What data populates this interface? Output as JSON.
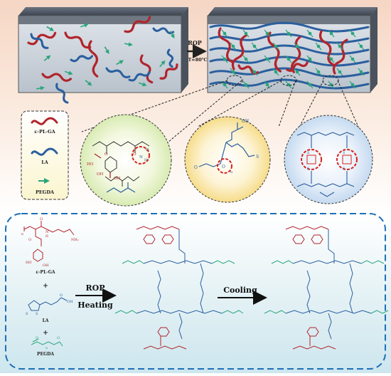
{
  "process": {
    "arrow_top_label": "ROP",
    "arrow_bottom_label": "T=80℃"
  },
  "legend": {
    "items": [
      {
        "label": "ε-PL-GA",
        "color": "#b2242b"
      },
      {
        "label": "LA",
        "color": "#2a5f9e"
      },
      {
        "label": "PEGDA",
        "color": "#2aa57a"
      }
    ]
  },
  "zoom_circles": {
    "left_labels": [
      "HO",
      "OH",
      "OH",
      "O",
      "O",
      "N",
      "H",
      "O"
    ],
    "middle_labels": [
      "O",
      "OH",
      "S",
      "O",
      "n"
    ],
    "right_labels": [
      "S",
      "S",
      "S",
      "S"
    ]
  },
  "scheme": {
    "monomers": [
      {
        "name": "ε-PL-GA",
        "atoms": [
          "O",
          "N",
          "H",
          "O",
          "OH",
          "HO",
          "NH₂",
          "n"
        ]
      },
      {
        "name": "LA",
        "atoms": [
          "S",
          "S",
          "OH",
          "O"
        ]
      },
      {
        "name": "PEGDA",
        "atoms": [
          "O",
          "O",
          "n"
        ]
      }
    ],
    "plus_sign": "+",
    "step1_top": "ROP",
    "step1_bottom": "Heating",
    "step2_top": "Cooling"
  },
  "colors": {
    "red": "#b2242b",
    "blue": "#2a5f9e",
    "green": "#2aa57a",
    "dash_blue": "#1d6fb8"
  }
}
